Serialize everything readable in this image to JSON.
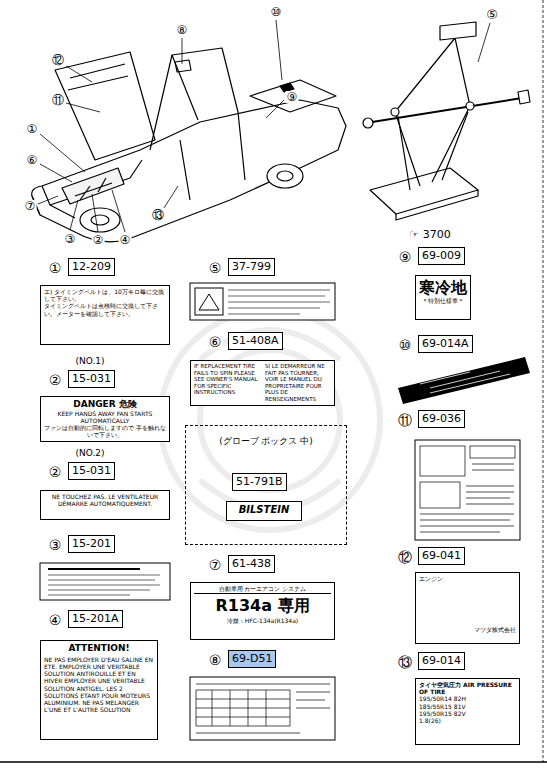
{
  "diagram": {
    "nodes": [
      {
        "text": [
          "12-209"
        ]
      },
      {
        "text": [
          "エ) タイミングベルトは、10万キロ毎に交換して下さい。",
          "タイミングベルトは点検時に交換して下さい。メーターを確認して下さい。"
        ]
      },
      {
        "text": [
          "15-031"
        ]
      },
      {
        "text": [
          "DANGER 危険",
          "KEEP HANDS AWAY FAN STARTS AUTOMATICALLY",
          "ファンは自動的に回転しますので 手を触れないで下さい。"
        ]
      },
      {
        "text": [
          "15-031"
        ]
      },
      {
        "text": [
          "NE TOUCHEZ PAS. LE VENTILATEUR DÉMARRE AUTOMATIQUEMENT."
        ]
      },
      {
        "text": [
          "15-201"
        ]
      },
      {
        "text": [
          "15-201A"
        ]
      },
      {
        "text": [
          "ATTENTION!",
          "NE PAS EMPLOYER D'EAU SALINE EN ETE. EMPLOYER UNE VERITABLE SOLUTION ANTIROUILLE ET EN HIVER EMPLOYER UNE VERITABLE SOLUTION ANTIGEL. LES 2 SOLUTIONS ETANT POUR MOTEURS ALUMINIUM. NE PAS MELANGER L'UNE ET L'AUTRE SOLUTION"
        ]
      },
      {
        "text": [
          "37-799"
        ]
      },
      {
        "text": [
          "51-408A"
        ]
      },
      {
        "text": [
          "IF REPLACEMENT TIRE FAILS TO SPIN PLEASE SEE OWNER'S MANUAL FOR SPECIFIC INSTRUCTIONS",
          "SI LE DEMARREUR NE FAIT PAS TOURNER, VOIR LE MANUEL DU PROPRIETAIRE POUR PLUS DE RENSEIGNEMENTS"
        ]
      },
      {
        "text": [
          "(グローブ ボックス 中)"
        ]
      },
      {
        "text": [
          "51-791B"
        ],
        "in": 12
      },
      {
        "text": [
          "BILSTEIN"
        ],
        "in": 12
      },
      {
        "text": [
          "61-438"
        ]
      },
      {
        "text": [
          "自動車用 カーエアコン システム",
          "R134a 専用",
          "冷媒：HFC-134a(R134a)"
        ]
      },
      {
        "text": [
          "69-D51"
        ]
      },
      {
        "text": [
          "69-009"
        ]
      },
      {
        "text": [
          "寒冷地",
          "＊特別仕様車＊"
        ]
      },
      {
        "text": [
          "69-014A"
        ]
      },
      {
        "text": [
          "69-036"
        ]
      },
      {
        "text": [
          "69-041"
        ]
      },
      {
        "text": [
          "エンジン",
          "マツダ株式会社"
        ]
      },
      {
        "text": [
          "69-014"
        ]
      },
      {
        "text": [
          "タイヤ空気圧力 AIR PRESSURE OF TIRE",
          "195/50R14 82H",
          "185/55R15 81V",
          "195/50R15 82V",
          "1.8(26)"
        ]
      }
    ],
    "labels": [
      "⑩",
      "⑧",
      "⑫",
      "⑪",
      "⑨",
      "①",
      "⑥",
      "⑬",
      "⑦",
      "③",
      "②",
      "④",
      "⑤",
      "☞ 3700",
      "①",
      "(NO.1)",
      "②",
      "(NO.2)",
      "②",
      "③",
      "④",
      "⑤",
      "⑥",
      "⑦",
      "⑧",
      "⑨",
      "⑩",
      "⑪",
      "⑫",
      "⑬"
    ]
  }
}
